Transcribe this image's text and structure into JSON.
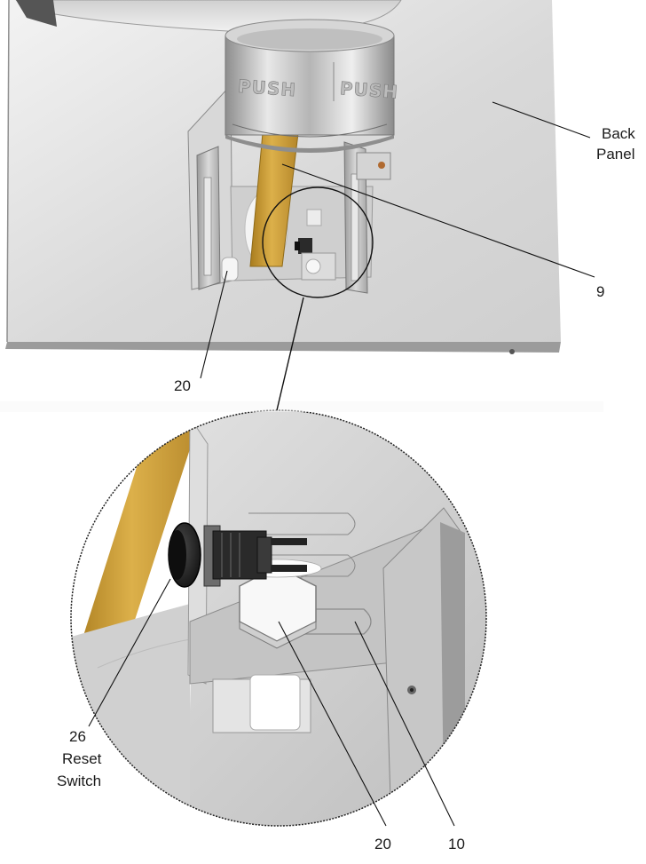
{
  "diagram": {
    "embossed_labels": [
      "PUSH",
      "PUSH"
    ],
    "callouts": {
      "back_panel": [
        "Back",
        "Panel"
      ],
      "part_9": "9",
      "part_20_top": "20",
      "part_26": "26",
      "reset_switch": [
        "Reset",
        "Switch"
      ],
      "part_20_bottom": "20",
      "part_10": "10"
    },
    "colors": {
      "panel_light": "#e2e2e2",
      "panel_dark": "#a9a9a9",
      "rod_gold": "#c99a2e",
      "rod_highlight": "#e0b54a",
      "metal": "#c8c8c8",
      "switch_black": "#1d1d1d",
      "leader_line": "#111111"
    }
  }
}
